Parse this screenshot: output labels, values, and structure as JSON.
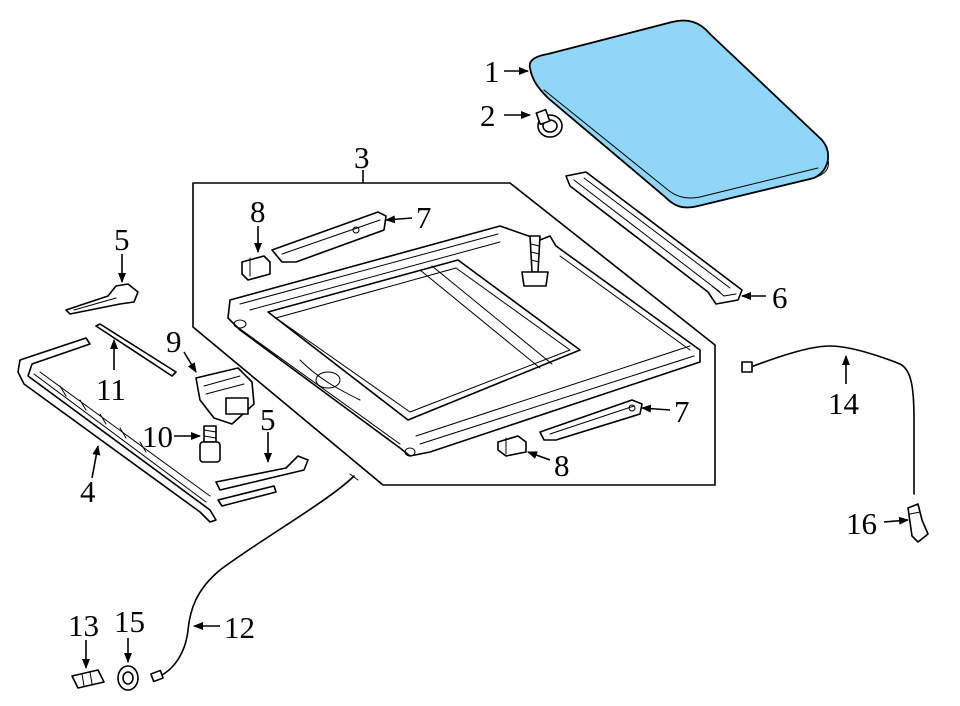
{
  "diagram": {
    "highlight_color": "#8fd6f9",
    "callouts": [
      {
        "id": "c1",
        "label": "1"
      },
      {
        "id": "c2",
        "label": "2"
      },
      {
        "id": "c3",
        "label": "3"
      },
      {
        "id": "c4",
        "label": "4"
      },
      {
        "id": "c5a",
        "label": "5"
      },
      {
        "id": "c5b",
        "label": "5"
      },
      {
        "id": "c6",
        "label": "6"
      },
      {
        "id": "c7a",
        "label": "7"
      },
      {
        "id": "c7b",
        "label": "7"
      },
      {
        "id": "c8a",
        "label": "8"
      },
      {
        "id": "c8b",
        "label": "8"
      },
      {
        "id": "c9",
        "label": "9"
      },
      {
        "id": "c10",
        "label": "10"
      },
      {
        "id": "c11",
        "label": "11"
      },
      {
        "id": "c12",
        "label": "12"
      },
      {
        "id": "c13",
        "label": "13"
      },
      {
        "id": "c14",
        "label": "14"
      },
      {
        "id": "c15",
        "label": "15"
      },
      {
        "id": "c16",
        "label": "16"
      }
    ]
  }
}
